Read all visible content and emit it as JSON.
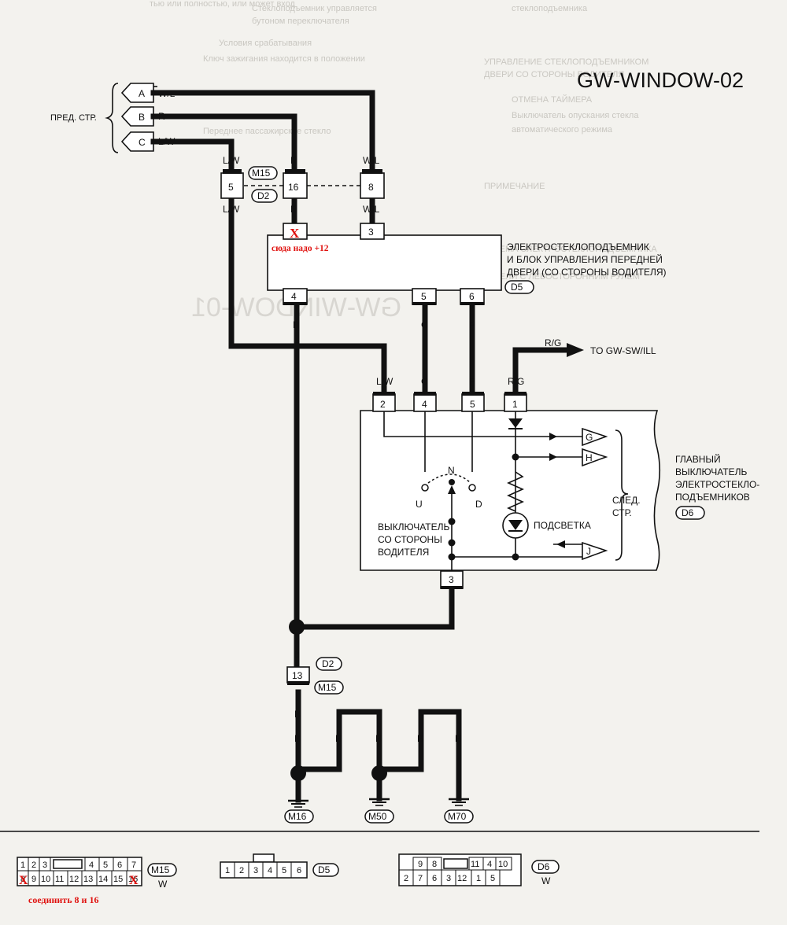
{
  "header": {
    "title": "GW-WINDOW-02",
    "ghost_title": "GW-WINDOW-01"
  },
  "ghost_text": {
    "left": [
      "тью или полностью, или может вход",
      "Условия срабатывания",
      "Ключ зажигания находится в положении",
      "Переднее пассажирское стекло"
    ],
    "mid": [
      "Стеклоподъемник управляется",
      "бутоном переключателя",
      "УПРАВЛЕНИЕ СТЕКЛОПОДЪЕМНИКОМ",
      "ДВЕРИ СО СТОРОНЫ ВОДИТЕЛЯ",
      "ПРИМЕЧАНИЕ",
      "СХЕМА ЭЛЕКТРОСТЕКЛОПОДЪЕМНИКА"
    ],
    "right": [
      "стеклоподъемника",
      "ОТМЕНА ТАЙМЕРА",
      "Выключатель опускания стекла",
      "автоматического режима",
      "МОДЕЛИ С ЛЕВОСТОРОННИМ РУЛЕМ"
    ]
  },
  "left_connectors": {
    "front_pass_label": "ПРЕД. СТР.",
    "items": [
      {
        "letter": "A",
        "color": "W/L"
      },
      {
        "letter": "B",
        "color": "R"
      },
      {
        "letter": "C",
        "color": "L/W"
      }
    ]
  },
  "upper_harness": {
    "wire_lw_top": "L/W",
    "wire_r_top": "R",
    "wire_wl_top": "W/L",
    "wire_lw_bottom": "L/W",
    "wire_r_bottom": "R",
    "wire_wl_bottom": "W/L",
    "pin_lw": "5",
    "pin_r": "16",
    "pin_wl": "8",
    "conn_m15": "M15",
    "conn_d2": "D2"
  },
  "control_unit": {
    "pin_r": "X",
    "pin_wl": "3",
    "pin_b": "4",
    "pin_g": "5",
    "pin_p": "6",
    "annotation": "сюда  надо +12",
    "label_lines": [
      "ЭЛЕКТРОСТЕКЛОПОДЪЕМНИК",
      "И БЛОК УПРАВЛЕНИЯ ПЕРЕДНЕЙ",
      "ДВЕРИ (СО СТОРОНЫ ВОДИТЕЛЯ)"
    ],
    "conn": "D5",
    "wire_b": "B",
    "wire_g": "G",
    "wire_p": "P"
  },
  "main_switch": {
    "feed_wire": "R/G",
    "to_label": "TO GW-SW/ILL",
    "wire_lw": "L/W",
    "wire_g": "G",
    "wire_p": "P",
    "wire_rg": "R/G",
    "pin_lw": "2",
    "pin_g": "4",
    "pin_p": "5",
    "pin_rg": "1",
    "pin_ground": "3",
    "wire_ground": "B",
    "outputs": [
      "G",
      "H",
      "J"
    ],
    "rear_label_lines": [
      "СЛЕД.",
      "СТР."
    ],
    "switch_positions": {
      "up": "U",
      "neutral": "N",
      "down": "D"
    },
    "driver_switch_lines": [
      "ВЫКЛЮЧАТЕЛЬ",
      "СО СТОРОНЫ",
      "ВОДИТЕЛЯ"
    ],
    "illumination": "ПОДСВЕТКА",
    "label_lines": [
      "ГЛАВНЫЙ",
      "ВЫКЛЮЧАТЕЛЬ",
      "ЭЛЕКТРОСТЕКЛО-",
      "ПОДЪЕМНИКОВ"
    ],
    "conn": "D6"
  },
  "ground_section": {
    "wire_b": "B",
    "pin": "13",
    "conn_d2": "D2",
    "conn_m15": "M15",
    "grounds": [
      "M16",
      "M50",
      "M70"
    ]
  },
  "connector_views": {
    "m15": {
      "row1": [
        "1",
        "2",
        "3",
        "",
        "4",
        "5",
        "6",
        "7"
      ],
      "row2": [
        "8",
        "9",
        "10",
        "11",
        "12",
        "13",
        "14",
        "15",
        "16"
      ],
      "name": "M15",
      "color": "W",
      "note": "соединить 8 и 16"
    },
    "d5": {
      "pins": [
        "1",
        "2",
        "3",
        "4",
        "5",
        "6"
      ],
      "name": "D5"
    },
    "d6": {
      "row1": [
        "9",
        "8",
        "",
        "11",
        "4",
        "10"
      ],
      "row2": [
        "2",
        "7",
        "6",
        "3",
        "12",
        "1",
        "5"
      ],
      "name": "D6",
      "color": "W"
    }
  }
}
